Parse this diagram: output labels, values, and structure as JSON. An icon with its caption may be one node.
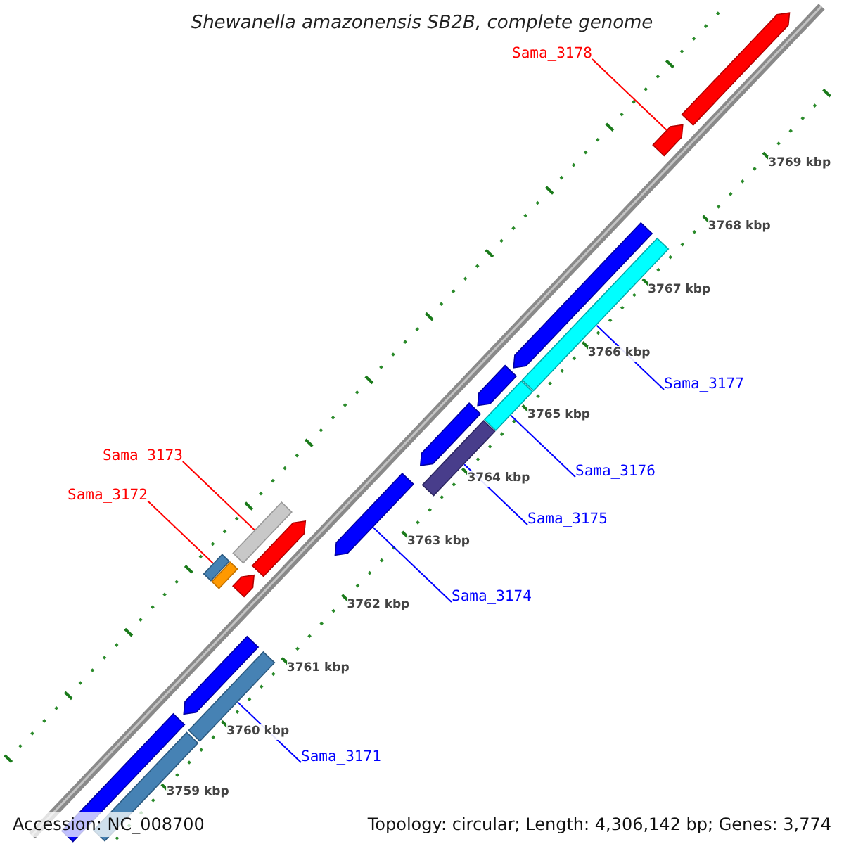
{
  "diagram": {
    "title": "Shewanella amazonensis SB2B, complete genome",
    "nodes": [
      {
        "text": [
          "Sama_3178"
        ]
      },
      {
        "text": [
          "Sama_3177"
        ]
      },
      {
        "text": [
          "Sama_3173"
        ]
      },
      {
        "text": [
          "Sama_3176"
        ]
      },
      {
        "text": [
          "Sama_3172"
        ]
      },
      {
        "text": [
          "Sama_3175"
        ]
      },
      {
        "text": [
          "Sama_3174"
        ]
      },
      {
        "text": [
          "Sama_3171"
        ]
      },
      {
        "text": [],
        "shape": "arrow"
      },
      {
        "text": [],
        "shape": "bar"
      },
      {
        "text": [],
        "shape": "bar"
      },
      {
        "text": [],
        "shape": "bar"
      },
      {
        "text": [],
        "shape": "arrow"
      },
      {
        "text": [],
        "shape": "bar"
      },
      {
        "text": [],
        "shape": "bar"
      },
      {
        "text": [],
        "shape": "bar"
      },
      {
        "text": [],
        "shape": "arrow"
      },
      {
        "text": [],
        "shape": "arrow"
      },
      {
        "text": [],
        "shape": "arrow"
      },
      {
        "text": [],
        "shape": "arrow"
      },
      {
        "text": [],
        "shape": "arrow"
      },
      {
        "text": [],
        "shape": "bar"
      },
      {
        "text": [],
        "shape": "arrow"
      },
      {
        "text": [],
        "shape": "arrow"
      },
      {
        "text": [],
        "shape": "bar"
      },
      {
        "text": [],
        "shape": "bar"
      }
    ],
    "edges": [
      {
        "from": 0,
        "to": 8,
        "arrow": "none",
        "color": "#ff0000"
      },
      {
        "from": 1,
        "to": 9,
        "arrow": "none"
      },
      {
        "from": 2,
        "to": 13,
        "arrow": "none",
        "color": "#ff0000"
      },
      {
        "from": 3,
        "to": 10,
        "arrow": "none"
      },
      {
        "from": 4,
        "to": 14,
        "arrow": "none",
        "color": "#ff0000"
      },
      {
        "from": 5,
        "to": 11,
        "arrow": "none"
      },
      {
        "from": 6,
        "to": 12,
        "arrow": "none"
      },
      {
        "from": 7,
        "to": 15,
        "arrow": "none"
      }
    ],
    "labels": [
      "3769 kbp",
      "3768 kbp",
      "3767 kbp",
      "3766 kbp",
      "3765 kbp",
      "3764 kbp",
      "3763 kbp",
      "3762 kbp",
      "3761 kbp",
      "3760 kbp",
      "3759 kbp",
      "Accession: NC_008700",
      "Topology: circular; Length: 4,306,142 bp; Genes: 3,774"
    ]
  }
}
